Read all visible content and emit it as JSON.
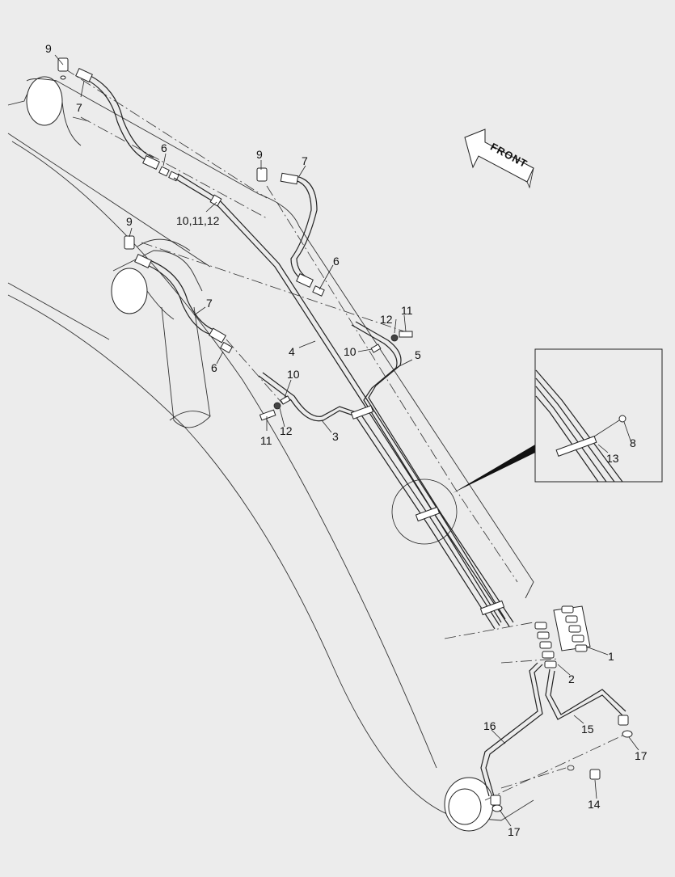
{
  "diagram": {
    "front_label": "FRONT",
    "callouts": [
      {
        "id": "c-9a",
        "text": "9"
      },
      {
        "id": "c-7a",
        "text": "7"
      },
      {
        "id": "c-6a",
        "text": "6"
      },
      {
        "id": "c-10-11-12",
        "text": "10,11,12"
      },
      {
        "id": "c-9b",
        "text": "9"
      },
      {
        "id": "c-7b",
        "text": "7"
      },
      {
        "id": "c-6b",
        "text": "6"
      },
      {
        "id": "c-9c",
        "text": "9"
      },
      {
        "id": "c-7c",
        "text": "7"
      },
      {
        "id": "c-6c",
        "text": "6"
      },
      {
        "id": "c-12a",
        "text": "12"
      },
      {
        "id": "c-11a",
        "text": "11"
      },
      {
        "id": "c-10a",
        "text": "10"
      },
      {
        "id": "c-5",
        "text": "5"
      },
      {
        "id": "c-4",
        "text": "4"
      },
      {
        "id": "c-10b",
        "text": "10"
      },
      {
        "id": "c-11b",
        "text": "11"
      },
      {
        "id": "c-12b",
        "text": "12"
      },
      {
        "id": "c-3",
        "text": "3"
      },
      {
        "id": "c-8",
        "text": "8"
      },
      {
        "id": "c-13",
        "text": "13"
      },
      {
        "id": "c-1",
        "text": "1"
      },
      {
        "id": "c-2",
        "text": "2"
      },
      {
        "id": "c-16",
        "text": "16"
      },
      {
        "id": "c-15",
        "text": "15"
      },
      {
        "id": "c-17a",
        "text": "17"
      },
      {
        "id": "c-14",
        "text": "14"
      },
      {
        "id": "c-17b",
        "text": "17"
      }
    ]
  }
}
